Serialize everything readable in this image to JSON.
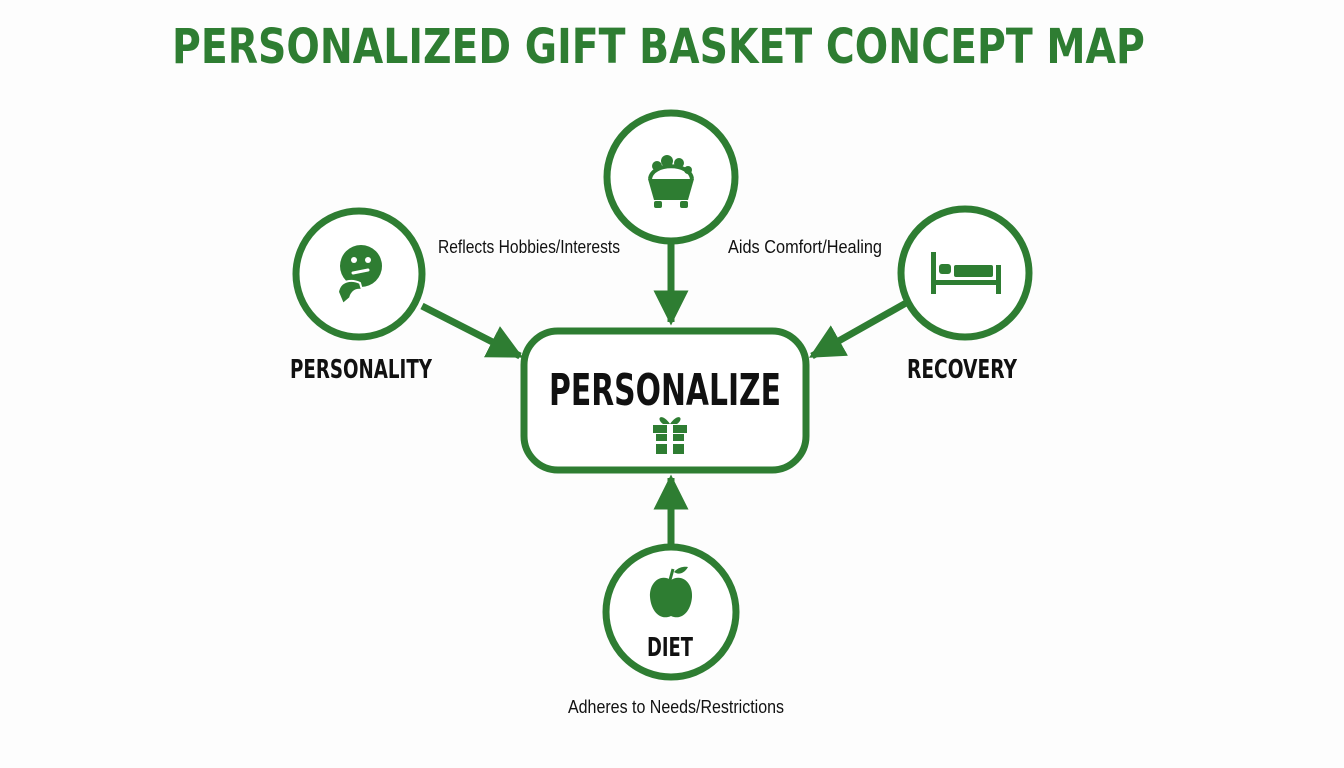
{
  "title": "PERSONALIZED GIFT BASKET CONCEPT MAP",
  "colors": {
    "accent": "#2e7d32",
    "text": "#111111",
    "background": "#fdfdfd"
  },
  "center": {
    "label": "PERSONALIZE",
    "icon": "gift-icon"
  },
  "nodes": {
    "hobbies": {
      "label": "",
      "icon": "gift-basket-icon"
    },
    "personality": {
      "label": "PERSONALITY",
      "icon": "thinking-face-icon"
    },
    "recovery": {
      "label": "RECOVERY",
      "icon": "bed-icon"
    },
    "diet": {
      "label": "DIET",
      "icon": "apple-icon"
    }
  },
  "edges": {
    "hobbies_label": "Reflects Hobbies/Interests",
    "comfort_label": "Aids Comfort/Healing",
    "diet_label": "Adheres to Needs/Restrictions"
  }
}
